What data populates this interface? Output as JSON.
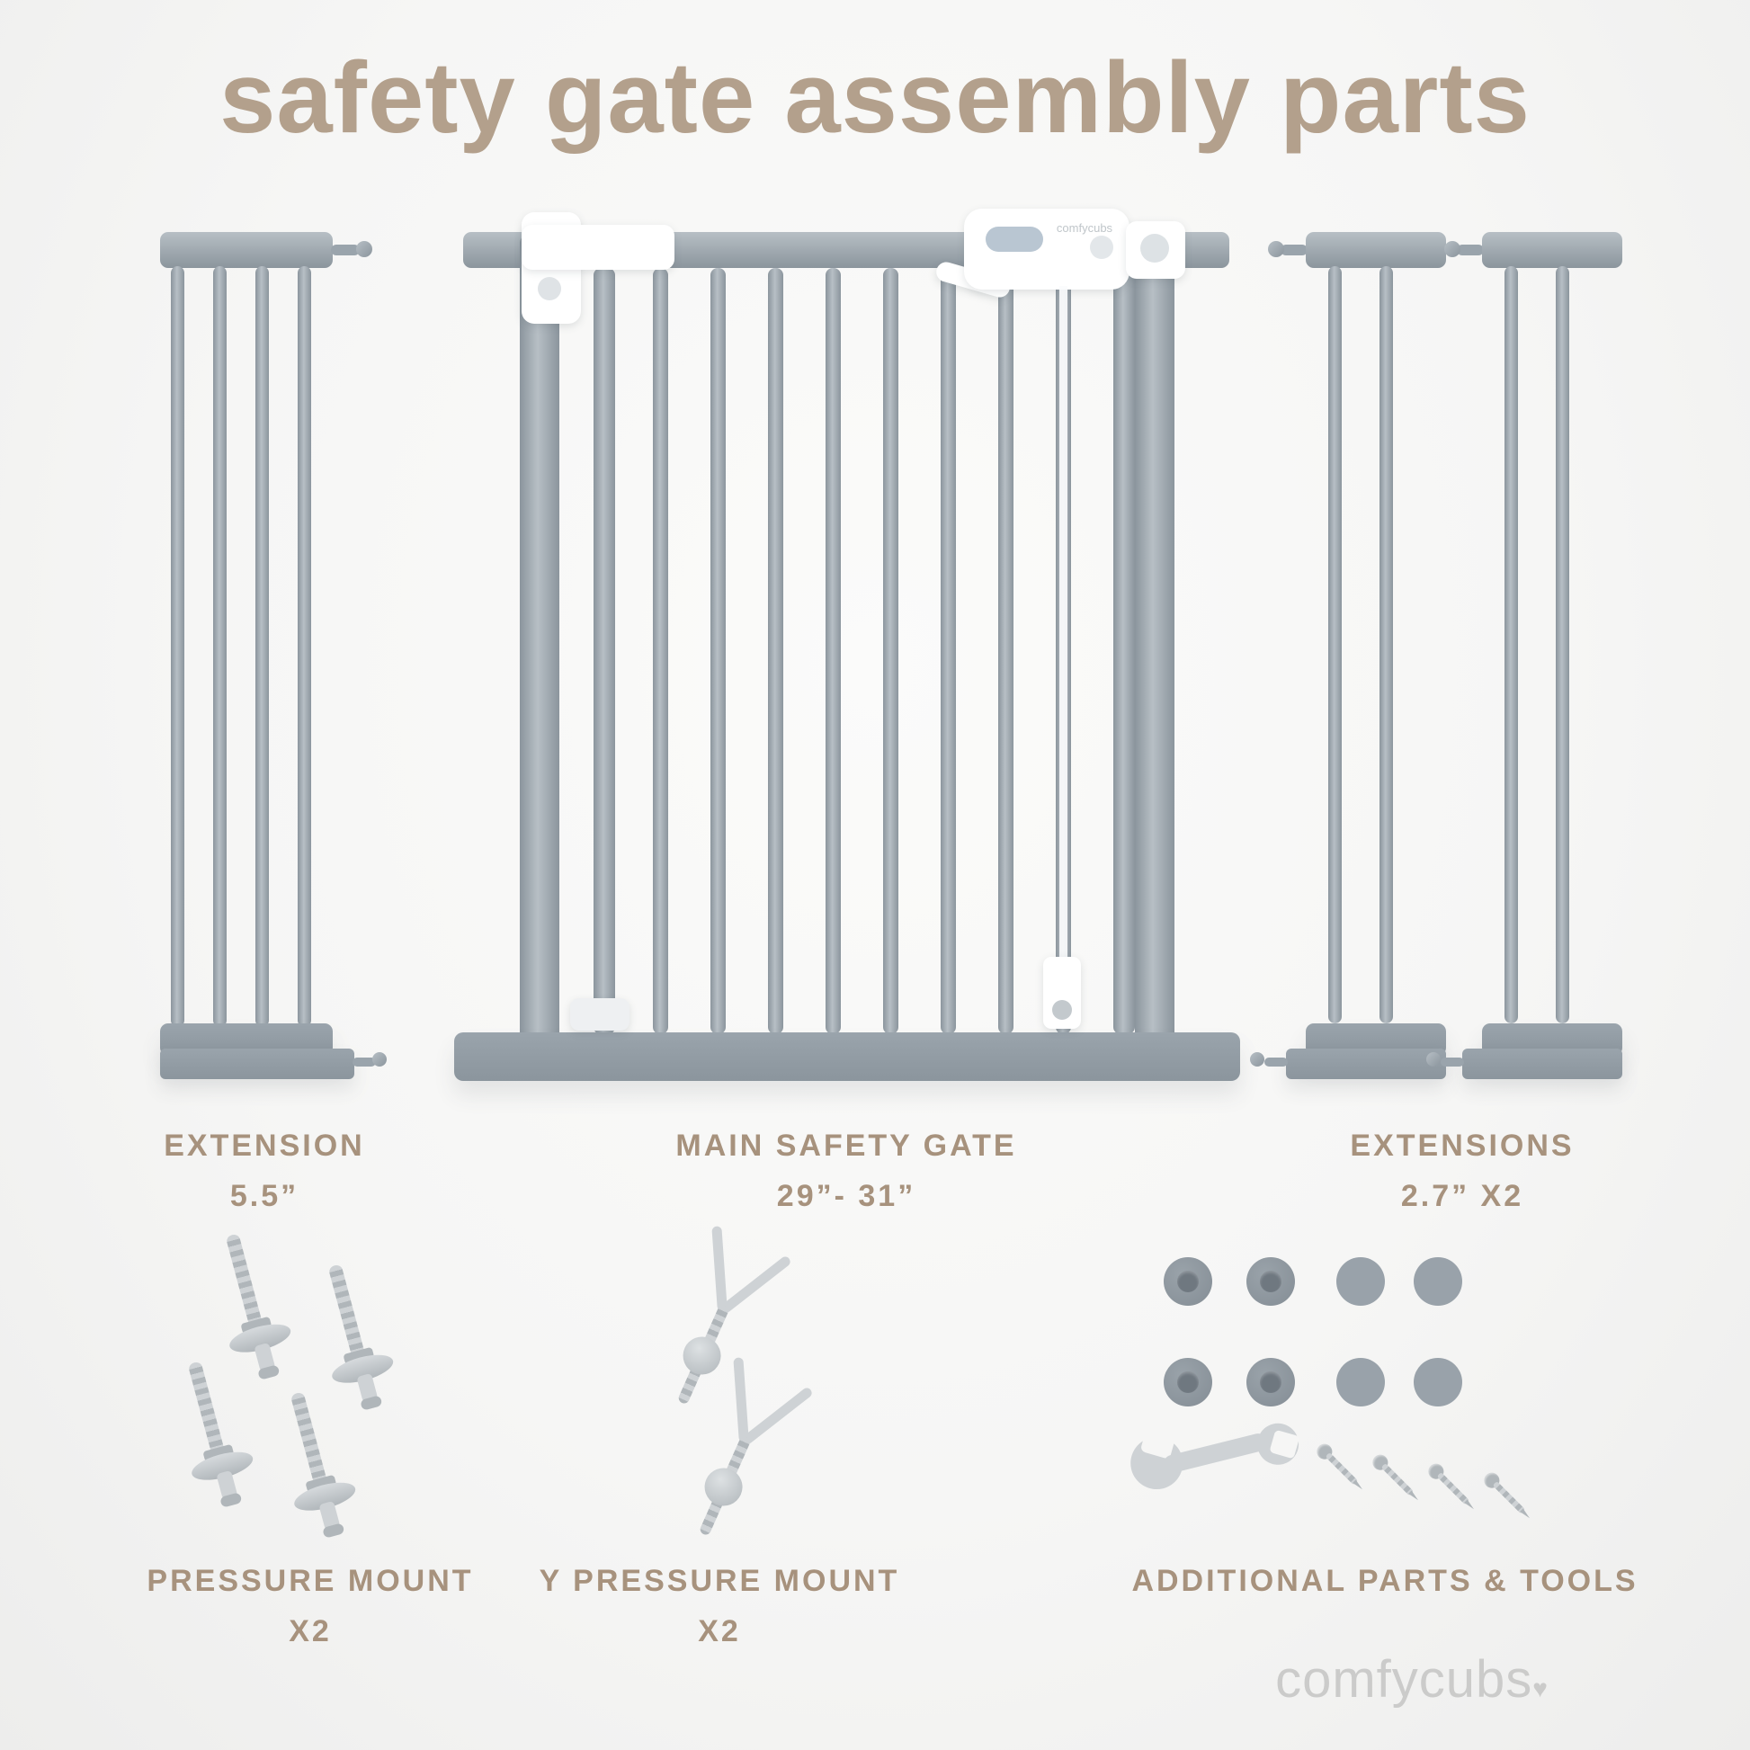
{
  "title": "safety gate assembly parts",
  "brand": {
    "name": "comfycubs",
    "heart": "♥"
  },
  "colors": {
    "background": "#f6f6f5",
    "title_text": "#b3a08c",
    "label_text": "#a7927d",
    "gate_light": "#b7bfc5",
    "gate_mid": "#9aa4ac",
    "gate_dark": "#8b959d",
    "white_part": "#ffffff",
    "hardware_light": "#ced2d5",
    "hardware_mid": "#b0b6ba",
    "disc_dark": "#848d95",
    "disc_mid": "#99a2aa",
    "logo_text": "#cbcbca"
  },
  "parts": {
    "extension_left": {
      "name": "EXTENSION",
      "size": "5.5”"
    },
    "main_gate": {
      "name": "MAIN SAFETY GATE",
      "size": "29”- 31”"
    },
    "extensions_right": {
      "name": "EXTENSIONS",
      "size": "2.7” X2"
    },
    "pressure_mount": {
      "name": "PRESSURE MOUNT",
      "qty": "X2"
    },
    "y_pressure_mount": {
      "name": "Y PRESSURE MOUNT",
      "qty": "X2"
    },
    "additional_parts": {
      "name": "ADDITIONAL PARTS & TOOLS"
    }
  }
}
